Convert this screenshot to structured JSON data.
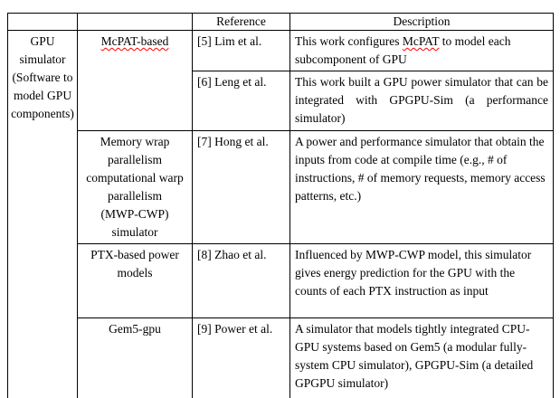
{
  "colors": {
    "background": "#ffffff",
    "text": "#000000",
    "table_border": "#000000",
    "spellcheck_underline": "#ff0000"
  },
  "table": {
    "header": {
      "reference": "Reference",
      "description": "Description"
    },
    "group_label_lines": [
      "GPU",
      "simulator",
      "(Software to",
      "model GPU",
      "components)"
    ],
    "rows": [
      {
        "category": "McPAT-based",
        "reference": "[5] Lim et al.",
        "desc_pre": "This work configures ",
        "desc_flagged": "McPAT",
        "desc_post": " to model each subcomponent of GPU"
      },
      {
        "reference": "[6] Leng et al.",
        "description": "This work built a GPU power simulator that can be integrated with GPGPU-Sim (a performance simulator)"
      },
      {
        "category_lines": [
          "Memory wrap",
          "parallelism",
          "computational warp",
          "parallelism",
          "(MWP-CWP) simulator"
        ],
        "reference": "[7] Hong et al.",
        "description": "A power and performance simulator that obtain the inputs from code at compile time (e.g., # of instructions, # of memory requests, memory access patterns, etc.)"
      },
      {
        "category_lines": [
          "PTX-based power",
          "models"
        ],
        "reference": "[8] Zhao et al.",
        "description": "Influenced by MWP-CWP model, this simulator gives energy prediction for the GPU with the counts of each PTX instruction as input"
      },
      {
        "category_lines": [
          "Gem5-gpu"
        ],
        "reference": "[9] Power et al.",
        "description": "A simulator that models tightly integrated CPU-GPU systems based on Gem5 (a modular fully-system CPU simulator), GPGPU-Sim (a detailed GPGPU simulator)"
      }
    ]
  }
}
